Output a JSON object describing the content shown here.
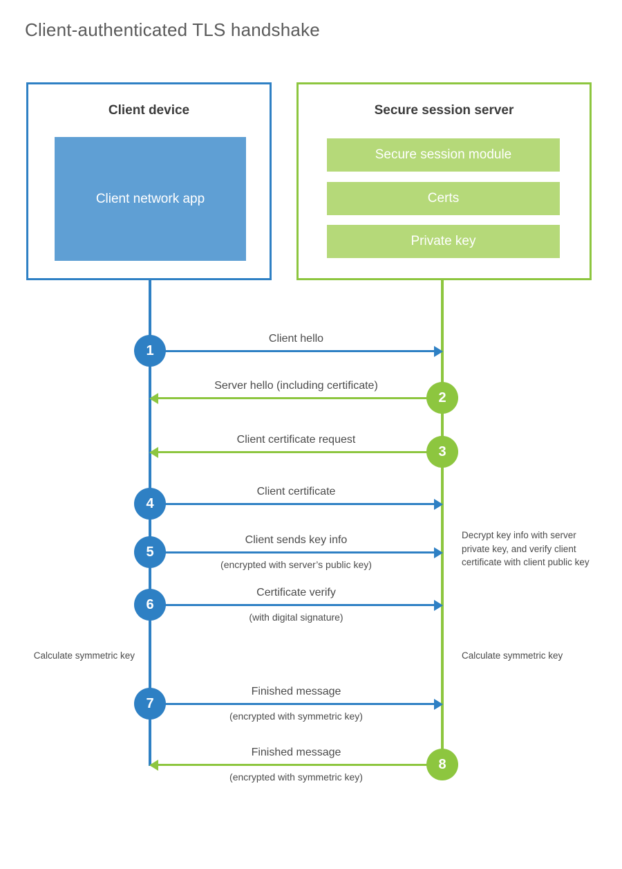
{
  "title": "Client-authenticated TLS handshake",
  "actors": {
    "client": {
      "title": "Client device",
      "accent": "#2e80c4",
      "app_label": "Client network\napp",
      "app_fill": "#5f9fd4"
    },
    "server": {
      "title": "Secure session server",
      "accent": "#8dc63f",
      "bar_fill": "#b5d979",
      "bars": [
        {
          "label": "Secure session module"
        },
        {
          "label": "Certs"
        },
        {
          "label": "Private key"
        }
      ]
    }
  },
  "steps": [
    {
      "number": "1",
      "label": "Client hello",
      "sublabel": "",
      "direction": "client-to-server",
      "color": "#2e80c4"
    },
    {
      "number": "2",
      "label": "Server hello (including certificate)",
      "sublabel": "",
      "direction": "server-to-client",
      "color": "#8dc63f"
    },
    {
      "number": "3",
      "label": "Client certificate request",
      "sublabel": "",
      "direction": "server-to-client",
      "color": "#8dc63f"
    },
    {
      "number": "4",
      "label": "Client certificate",
      "sublabel": "",
      "direction": "client-to-server",
      "color": "#2e80c4"
    },
    {
      "number": "5",
      "label": "Client sends key info",
      "sublabel": "(encrypted with server’s public key)",
      "direction": "client-to-server",
      "color": "#2e80c4"
    },
    {
      "number": "6",
      "label": "Certificate verify",
      "sublabel": "(with digital signature)",
      "direction": "client-to-server",
      "color": "#2e80c4"
    },
    {
      "number": "7",
      "label": "Finished message",
      "sublabel": "(encrypted with symmetric key)",
      "direction": "client-to-server",
      "color": "#2e80c4"
    },
    {
      "number": "8",
      "label": "Finished message",
      "sublabel": "(encrypted with symmetric key)",
      "direction": "server-to-client",
      "color": "#8dc63f"
    }
  ],
  "notes": {
    "server_decrypt": "Decrypt key info with server private key, and verify client certificate with client public key",
    "client_calculate": "Calculate symmetric key",
    "server_calculate": "Calculate symmetric key"
  }
}
